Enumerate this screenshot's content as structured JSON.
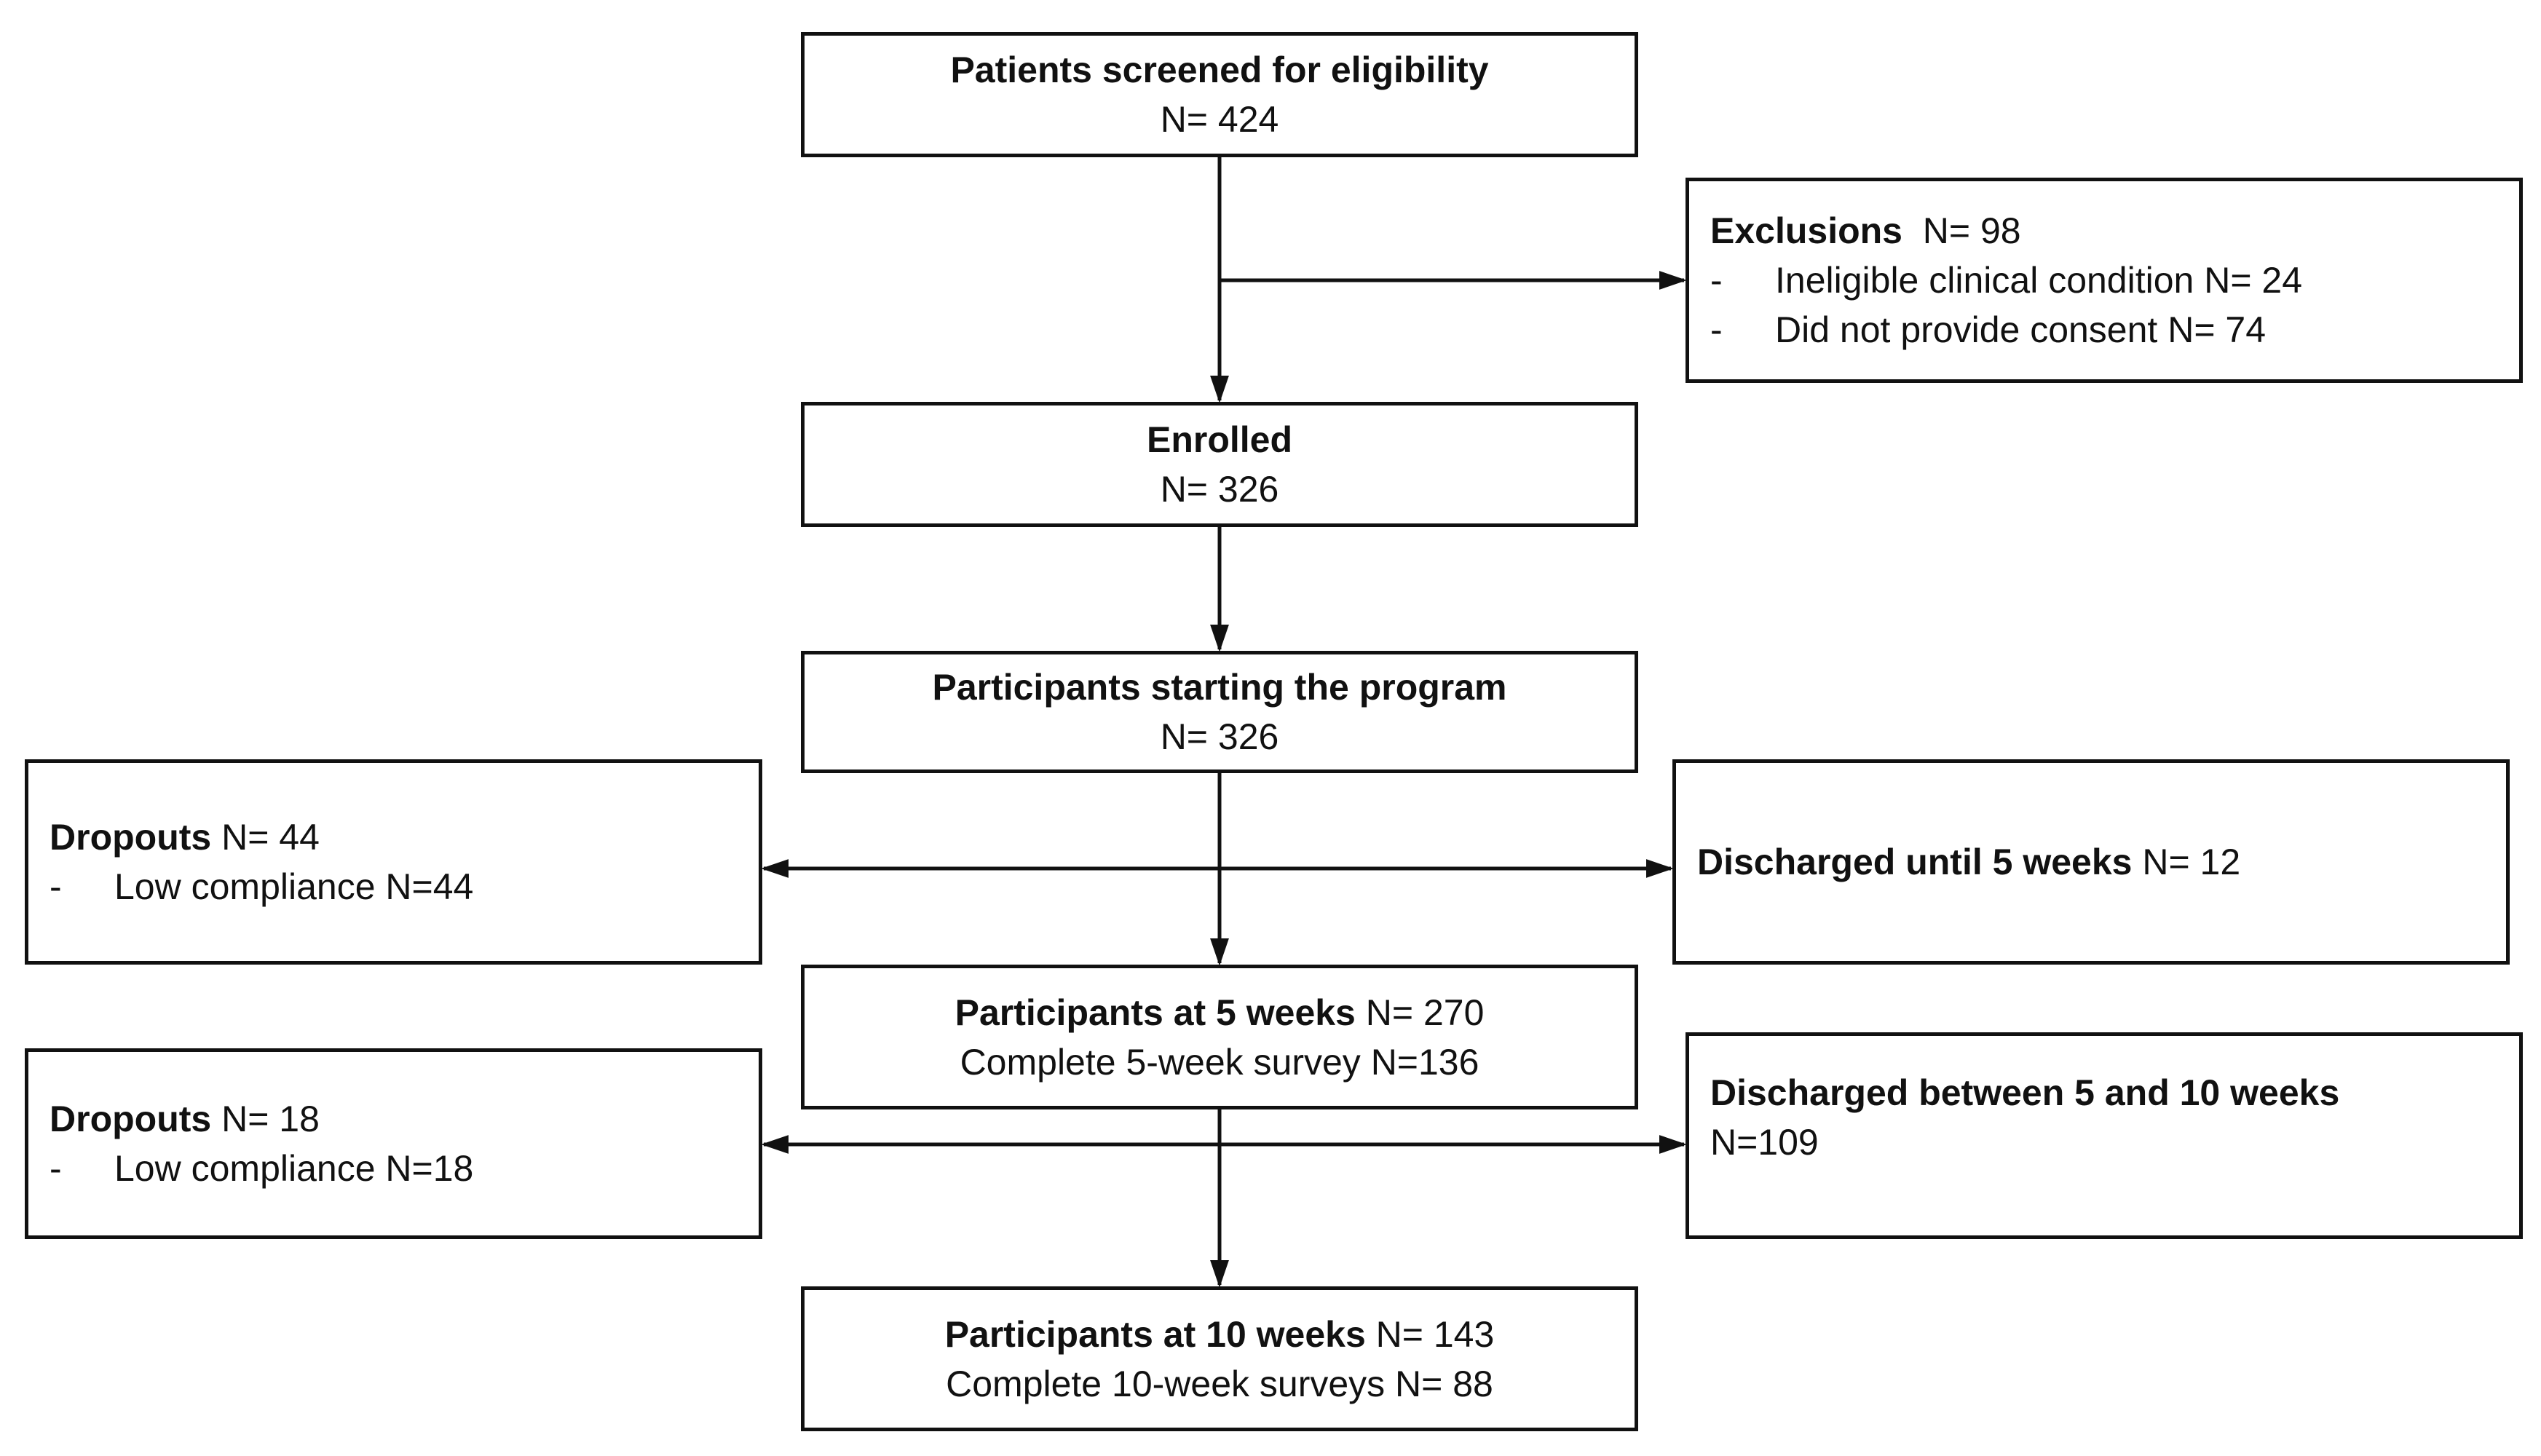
{
  "nodes": {
    "screened": {
      "title": "Patients screened for eligibility",
      "count": "N= 424"
    },
    "exclusions": {
      "title": "Exclusions",
      "count": "N= 98",
      "items": [
        {
          "marker": "-",
          "text": "Ineligible clinical condition N= 24"
        },
        {
          "marker": "-",
          "text": "Did not provide consent N= 74"
        }
      ]
    },
    "enrolled": {
      "title": "Enrolled",
      "count": "N= 326"
    },
    "starting": {
      "title": "Participants starting the program",
      "count": "N= 326"
    },
    "dropouts_1": {
      "title": "Dropouts",
      "count": "N= 44",
      "items": [
        {
          "marker": "-",
          "text": "Low compliance N=44"
        }
      ]
    },
    "discharged_5": {
      "title": "Discharged until 5 weeks",
      "count": "N= 12"
    },
    "week5": {
      "title": "Participants at 5 weeks",
      "count": "N= 270",
      "detail": "Complete 5-week survey N=136"
    },
    "dropouts_2": {
      "title": "Dropouts",
      "count": "N= 18",
      "items": [
        {
          "marker": "-",
          "text": "Low compliance N=18"
        }
      ]
    },
    "discharged_10": {
      "title": "Discharged between 5 and 10 weeks",
      "count": "N=109"
    },
    "week10": {
      "title": "Participants at 10 weeks",
      "count": "N= 143",
      "detail": "Complete 10-week surveys N= 88"
    }
  },
  "edges": [
    {
      "from": "screened",
      "to": "enrolled"
    },
    {
      "from": "screened",
      "to": "exclusions"
    },
    {
      "from": "enrolled",
      "to": "starting"
    },
    {
      "from": "starting",
      "to": "week5"
    },
    {
      "from": "starting",
      "to": "dropouts_1"
    },
    {
      "from": "starting",
      "to": "discharged_5"
    },
    {
      "from": "week5",
      "to": "week10"
    },
    {
      "from": "week5",
      "to": "dropouts_2"
    },
    {
      "from": "week5",
      "to": "discharged_10"
    }
  ],
  "colors": {
    "line": "#111111",
    "box_fill": "#ffffff"
  }
}
